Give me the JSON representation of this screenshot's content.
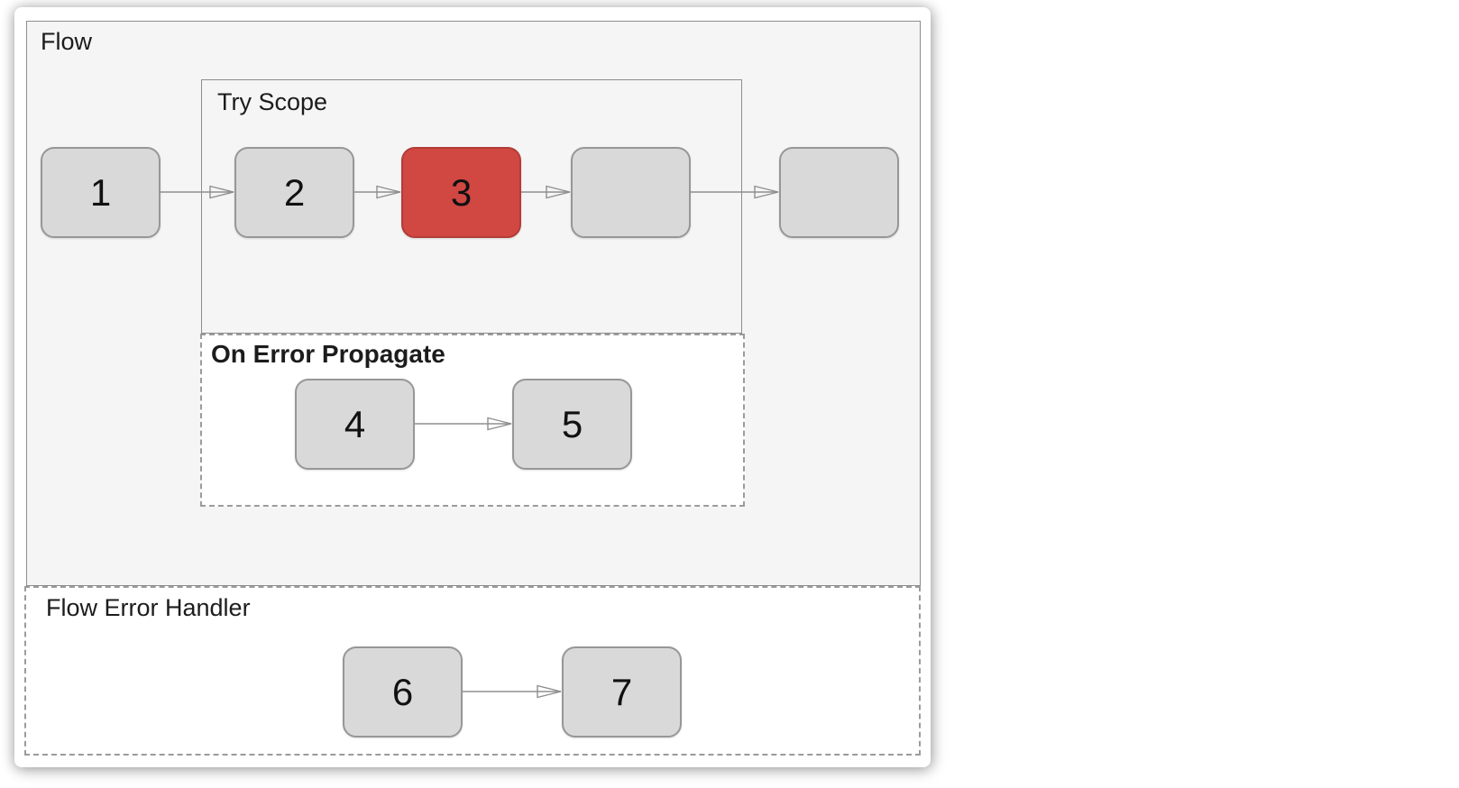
{
  "colors": {
    "canvas_bg": "#ffffff",
    "flow_bg": "#f5f5f6",
    "node_fill": "#d9d9d9",
    "node_border": "#979797",
    "error_fill": "#d14742",
    "error_border": "#b23c37",
    "container_border": "#8c8c8c",
    "dashed_border": "#9b9b9b",
    "arrow": "#8f8f8f",
    "text": "#1c1c1c"
  },
  "containers": {
    "flow": {
      "label": "Flow"
    },
    "try_scope": {
      "label": "Try Scope"
    },
    "on_error": {
      "label": "On Error Propagate"
    },
    "error_handler": {
      "label": "Flow Error Handler"
    }
  },
  "nodes": [
    {
      "label": "1",
      "variant": "default",
      "container": "flow"
    },
    {
      "label": "2",
      "variant": "default",
      "container": "try_scope"
    },
    {
      "label": "3",
      "variant": "error",
      "container": "try_scope"
    },
    {
      "label": "",
      "variant": "default",
      "container": "try_scope"
    },
    {
      "label": "",
      "variant": "default",
      "container": "flow"
    },
    {
      "label": "4",
      "variant": "default",
      "container": "on_error"
    },
    {
      "label": "5",
      "variant": "default",
      "container": "on_error"
    },
    {
      "label": "6",
      "variant": "default",
      "container": "error_handler"
    },
    {
      "label": "7",
      "variant": "default",
      "container": "error_handler"
    }
  ],
  "edges": [
    {
      "from": 0,
      "to": 1
    },
    {
      "from": 1,
      "to": 2
    },
    {
      "from": 2,
      "to": 3
    },
    {
      "from": 3,
      "to": 4
    },
    {
      "from": 5,
      "to": 6
    },
    {
      "from": 7,
      "to": 8
    }
  ]
}
